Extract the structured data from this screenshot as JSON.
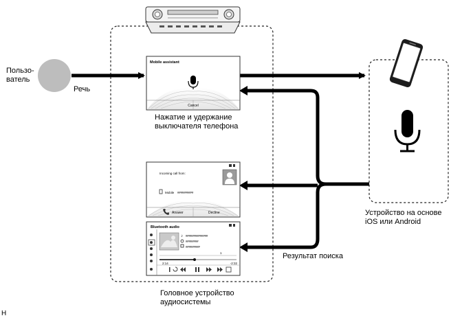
{
  "labels": {
    "user": "Пользо-\nватель",
    "speech": "Речь",
    "press_hold": "Нажатие и удержание\nвыключателя телефона",
    "device": "Устройство на основе\niOS или Android",
    "search_result": "Результат поиска",
    "head_unit": "Головное устройство\nаудиосистемы",
    "corner_mark": "H"
  },
  "screens": {
    "mobile_assistant": {
      "title": "Mobile assistant",
      "cancel": "Cancel"
    },
    "incoming_call": {
      "title": "Incoming call from:",
      "mobile_label": "Mobile",
      "mobile_number": "##########",
      "answer": "Answer",
      "decline": "Decline"
    },
    "bluetooth_audio": {
      "title": "Bluetooth audio",
      "track_line": "##############",
      "artist_line": "########",
      "album_line": "#########",
      "track_number": "1",
      "elapsed": "2:14",
      "remaining": "-2:32"
    }
  },
  "icons": {
    "user": "user-circle",
    "mic": "microphone-icon",
    "phone": "smartphone-icon",
    "stereo": "head-unit-stereo-icon"
  },
  "colors": {
    "arrow": "#000000",
    "user_circle": "#bdbdbd",
    "screen_border": "#333333",
    "dashed_border": "#222222"
  }
}
